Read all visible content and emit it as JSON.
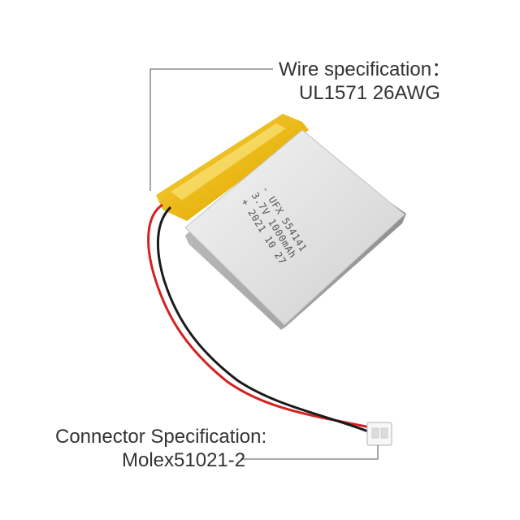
{
  "wire_spec": {
    "title": "Wire specification：",
    "value": "UL1571 26AWG"
  },
  "connector_spec": {
    "title": "Connector Specification:",
    "value": "Molex51021-2"
  },
  "battery_label": {
    "line1": "- UFX 554141",
    "line2": "3.7V 1000mAh",
    "line3": "+ 2021 10 27"
  },
  "colors": {
    "text": "#333333",
    "leader_line": "#777777",
    "cell_silver": "#e4e4e4",
    "tape_yellow": "#f2c21b",
    "wire_red": "#d42121",
    "wire_black": "#1a1a1a",
    "connector": "#f7f7f7"
  }
}
